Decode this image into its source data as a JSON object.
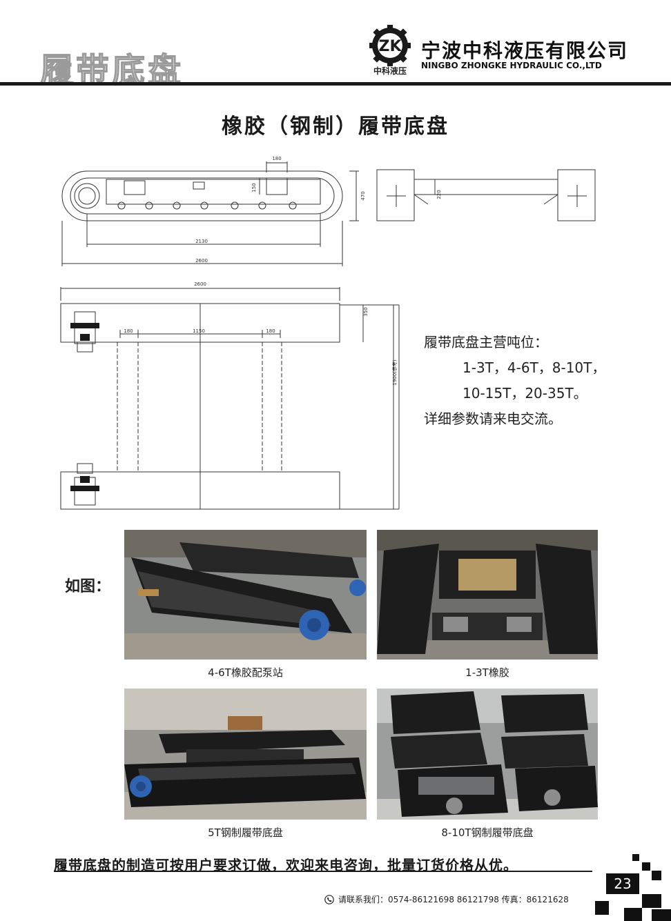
{
  "header": {
    "section_title": "履带底盘",
    "logo_caption": "中科液压",
    "company_cn": "宁波中科液压有限公司",
    "company_en": "NINGBO ZHONGKE HYDRAULIC CO.,LTD"
  },
  "page_title": "橡胶（钢制）履带底盘",
  "drawing": {
    "dim_top_width": "180",
    "dim_side_height": "150",
    "dim_overall_height": "470",
    "dim_inner_length": "2130",
    "dim_overall_length": "2600",
    "dim_end_height": "220",
    "dim_plan_length": "2600",
    "dim_plan_track_height": "350",
    "dim_beam_left": "180",
    "dim_beam_gap": "1150",
    "dim_beam_right": "180",
    "dim_plan_width": "1900(参考)"
  },
  "specs": {
    "heading": "履带底盘主营吨位：",
    "line1": "1-3T，4-6T，8-10T，",
    "line2": "10-15T，20-35T。",
    "line3": "详细参数请来电交流。"
  },
  "photos_label": "如图：",
  "photos": [
    {
      "caption": "4-6T橡胶配泵站"
    },
    {
      "caption": "1-3T橡胶"
    },
    {
      "caption": "5T钢制履带底盘"
    },
    {
      "caption": "8-10T钢制履带底盘"
    }
  ],
  "footer": {
    "slogan": "履带底盘的制造可按用户要求订做，欢迎来电咨询，批量订货价格从优。",
    "contact": "请联系我们：0574-86121698  86121798   传真：86121628",
    "page_number": "23"
  },
  "colors": {
    "ink": "#1a1a1a",
    "blue_motor": "#2f63b3",
    "track_black": "#1c1c1c"
  }
}
